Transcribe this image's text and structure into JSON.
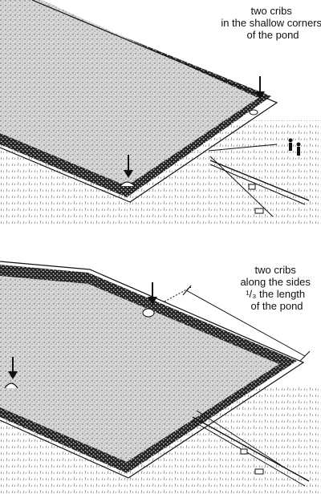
{
  "panels": [
    {
      "id": "top",
      "label_lines": [
        "two cribs",
        "in the shallow corners",
        "of the pond"
      ]
    },
    {
      "id": "bottom",
      "label_lines": [
        "two cribs",
        "along the sides",
        "¹/₃ the length",
        "of the pond"
      ]
    }
  ],
  "colors": {
    "ink": "#111111",
    "paper": "#ffffff"
  }
}
